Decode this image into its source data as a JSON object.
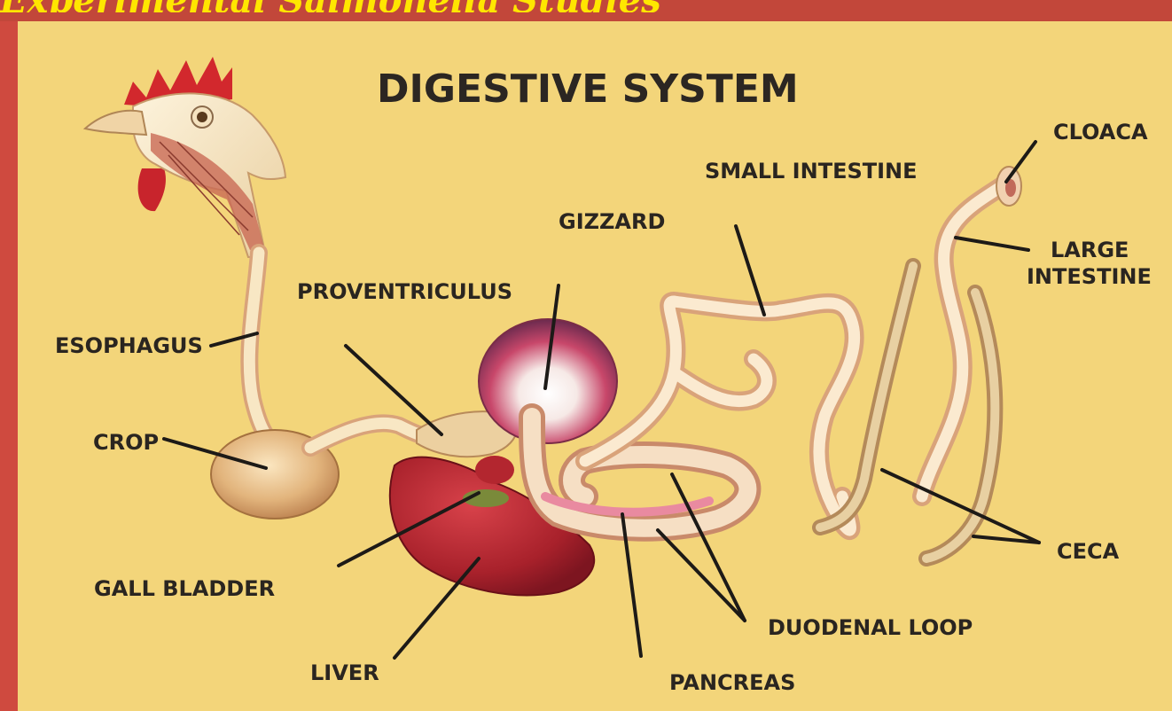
{
  "header": {
    "banner_text": "Experimental Salmonella Studies"
  },
  "diagram": {
    "title": "DIGESTIVE SYSTEM",
    "labels": {
      "esophagus": "ESOPHAGUS",
      "crop": "CROP",
      "proventriculus": "PROVENTRICULUS",
      "gizzard": "GIZZARD",
      "small_intestine": "SMALL INTESTINE",
      "cloaca": "CLOACA",
      "large_intestine_1": "LARGE",
      "large_intestine_2": "INTESTINE",
      "ceca": "CECA",
      "gall_bladder": "GALL BLADDER",
      "liver": "LIVER",
      "pancreas": "PANCREAS",
      "duodenal_loop": "DUODENAL LOOP"
    }
  },
  "colors": {
    "background": "#f3d57a",
    "border": "#cf4a3f",
    "banner_text": "#ffe600",
    "organ_cream": "#f4dcae",
    "organ_outline": "#d9a37a",
    "liver": "#b3262f",
    "gizzard_top": "#8e2f4f"
  }
}
